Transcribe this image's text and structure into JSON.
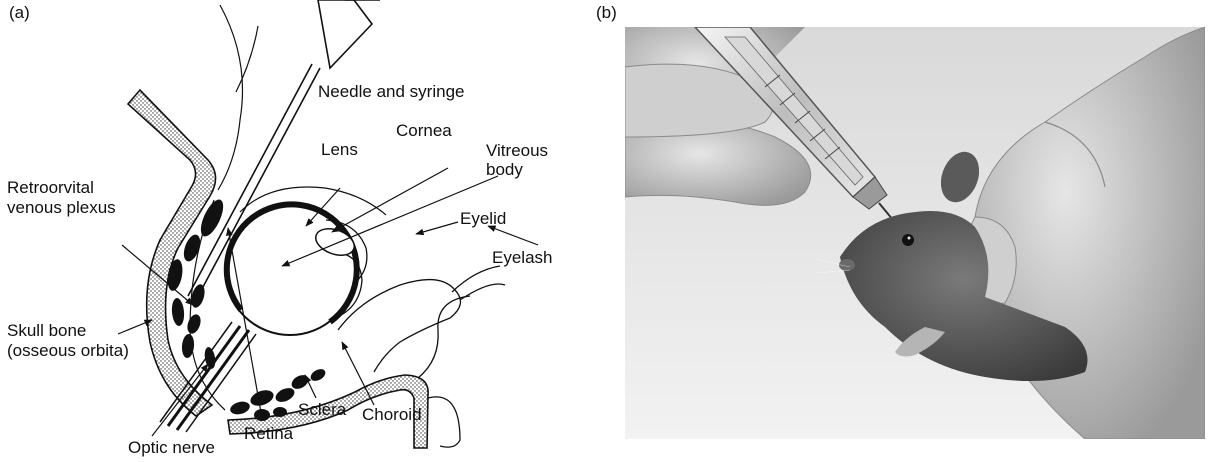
{
  "panel_a": {
    "letter": "(a)",
    "labels": {
      "needle": "Needle and syringe",
      "cornea": "Cornea",
      "lens": "Lens",
      "vitreous_1": "Vitreous",
      "vitreous_2": "body",
      "retro_1": "Retroorvital",
      "retro_2": "venous plexus",
      "eyelid": "Eyelid",
      "eyelash": "Eyelash",
      "skull_1": "Skull bone",
      "skull_2": "(osseous orbita)",
      "sclera": "Sclera",
      "choroid": "Choroid",
      "retina": "Retina",
      "optic": "Optic nerve"
    }
  },
  "panel_b": {
    "letter": "(b)"
  }
}
